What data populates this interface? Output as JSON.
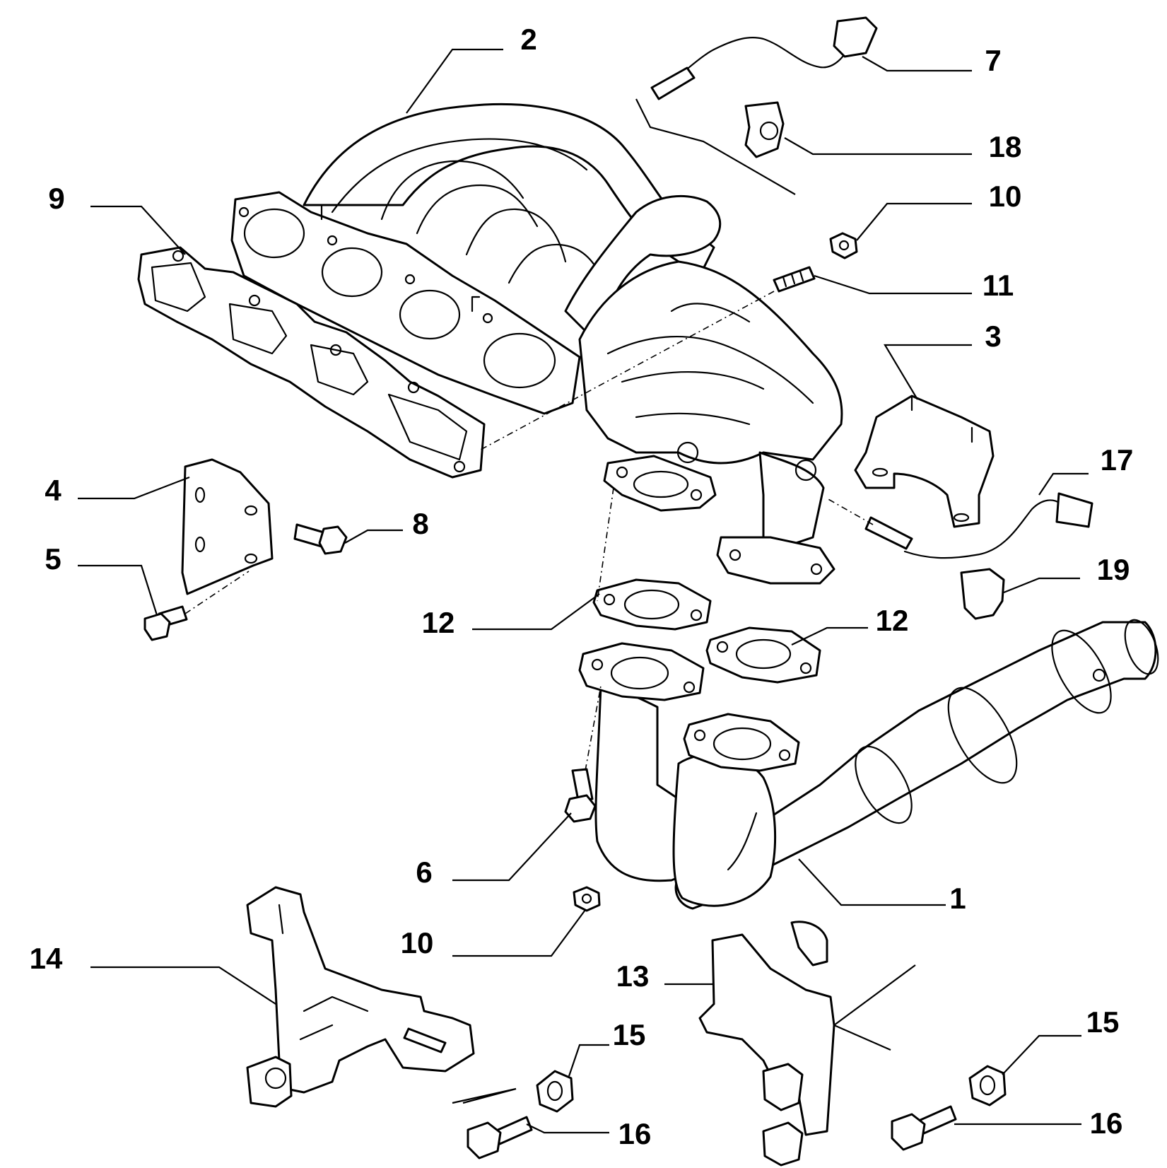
{
  "callouts": [
    {
      "id": "c2",
      "text": "2"
    },
    {
      "id": "c7",
      "text": "7"
    },
    {
      "id": "c18",
      "text": "18"
    },
    {
      "id": "c9",
      "text": "9"
    },
    {
      "id": "c10a",
      "text": "10"
    },
    {
      "id": "c11",
      "text": "11"
    },
    {
      "id": "c3",
      "text": "3"
    },
    {
      "id": "c17",
      "text": "17"
    },
    {
      "id": "c4",
      "text": "4"
    },
    {
      "id": "c8",
      "text": "8"
    },
    {
      "id": "c5",
      "text": "5"
    },
    {
      "id": "c19",
      "text": "19"
    },
    {
      "id": "c12a",
      "text": "12"
    },
    {
      "id": "c12b",
      "text": "12"
    },
    {
      "id": "c6",
      "text": "6"
    },
    {
      "id": "c1",
      "text": "1"
    },
    {
      "id": "c10b",
      "text": "10"
    },
    {
      "id": "c14",
      "text": "14"
    },
    {
      "id": "c13",
      "text": "13"
    },
    {
      "id": "c15a",
      "text": "15"
    },
    {
      "id": "c15b",
      "text": "15"
    },
    {
      "id": "c16a",
      "text": "16"
    },
    {
      "id": "c16b",
      "text": "16"
    }
  ]
}
